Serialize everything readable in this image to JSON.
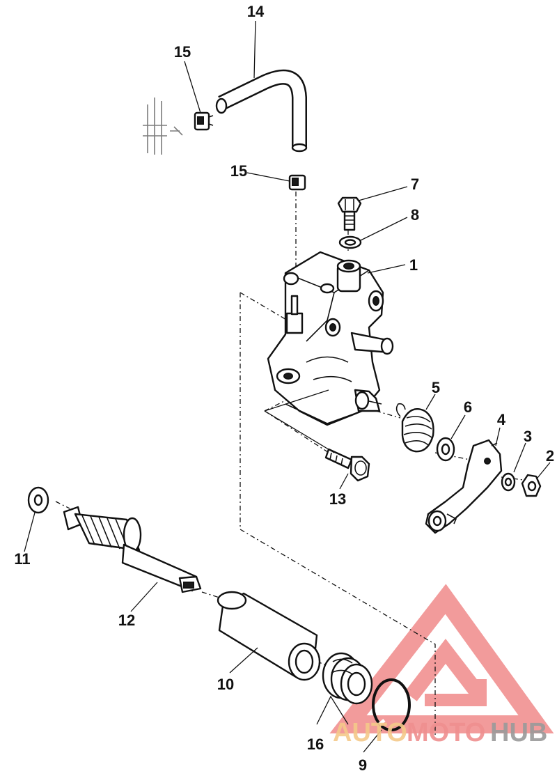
{
  "callouts": [
    {
      "id": "1",
      "label": "1"
    },
    {
      "id": "2",
      "label": "2"
    },
    {
      "id": "3",
      "label": "3"
    },
    {
      "id": "4",
      "label": "4"
    },
    {
      "id": "5",
      "label": "5"
    },
    {
      "id": "6",
      "label": "6"
    },
    {
      "id": "7",
      "label": "7"
    },
    {
      "id": "8",
      "label": "8"
    },
    {
      "id": "9",
      "label": "9"
    },
    {
      "id": "10",
      "label": "10"
    },
    {
      "id": "11",
      "label": "11"
    },
    {
      "id": "12",
      "label": "12"
    },
    {
      "id": "13",
      "label": "13"
    },
    {
      "id": "14",
      "label": "14"
    },
    {
      "id": "15a",
      "label": "15"
    },
    {
      "id": "15b",
      "label": "15"
    },
    {
      "id": "16",
      "label": "16"
    }
  ],
  "watermark": {
    "part1": "AUTO",
    "part2": "MOTO",
    "part3": "HUB",
    "color_part1": "#f5c98a",
    "color_part2": "#ef8f8f",
    "color_part3": "#9a9a9a",
    "logo_color": "#f08a8a"
  }
}
